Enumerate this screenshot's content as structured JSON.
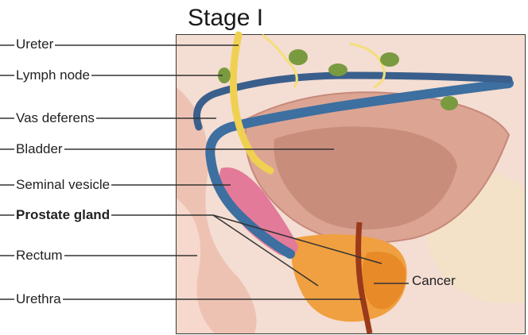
{
  "title": "Stage I",
  "labels": {
    "ureter": "Ureter",
    "lymph_node": "Lymph node",
    "vas_deferens": "Vas deferens",
    "bladder": "Bladder",
    "seminal_vesicle": "Seminal vesicle",
    "prostate_gland": "Prostate gland",
    "rectum": "Rectum",
    "urethra": "Urethra",
    "cancer": "Cancer"
  },
  "colors": {
    "background": "#ffffff",
    "tissue": "#f2d3c8",
    "bladder": "#d9a08f",
    "prostate": "#f0a040",
    "ureter": "#f0d050",
    "vas_deferens": "#3d6fa0",
    "seminal_vesicle": "#e37a9a",
    "lymph_node": "#7a9a40",
    "urethra": "#9a3a1a"
  }
}
